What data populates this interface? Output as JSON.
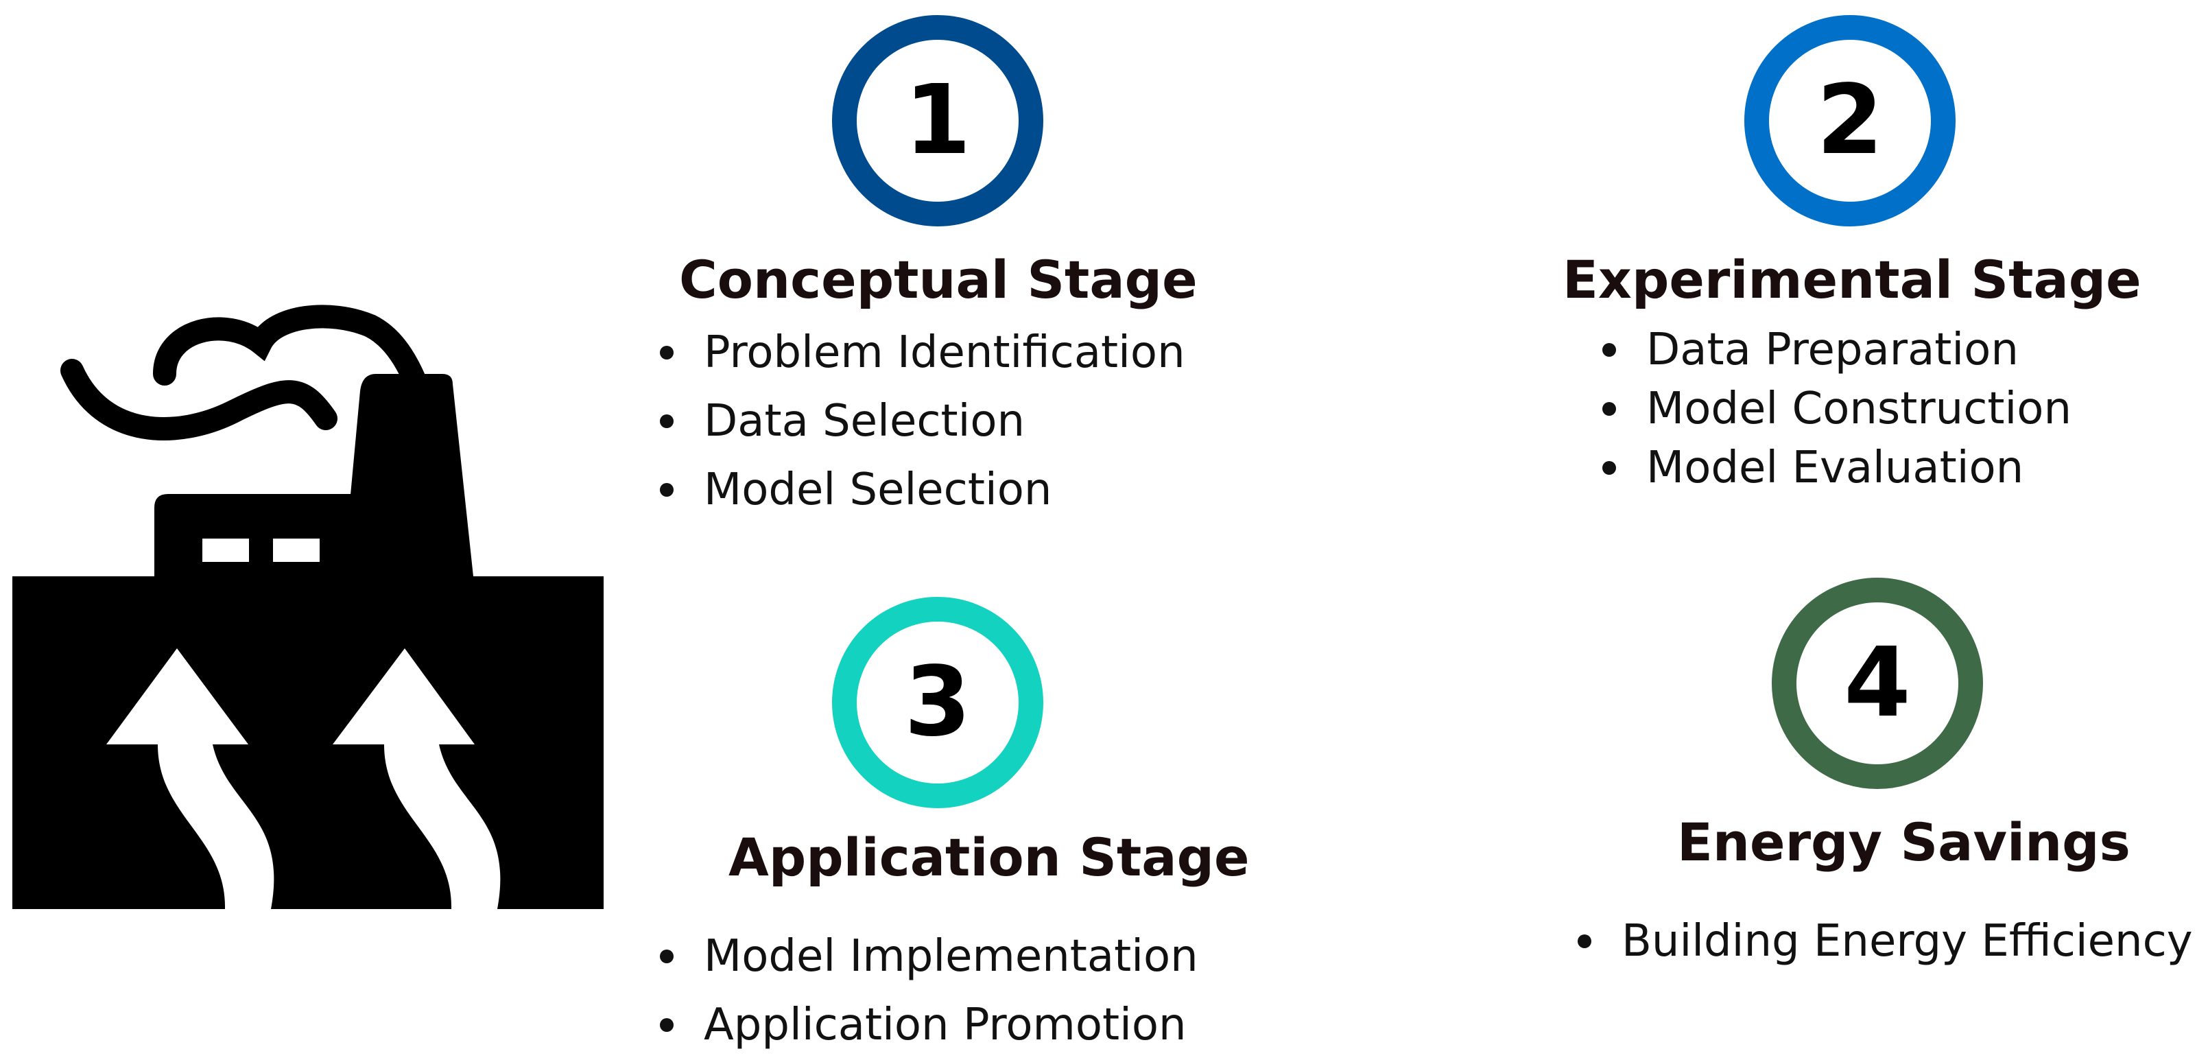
{
  "colors": {
    "stage1": "#004B8D",
    "stage2": "#0070C8",
    "stage3": "#14D2C0",
    "stage4": "#3F6A48",
    "icon": "#000000"
  },
  "icon": "factory-energy-icon",
  "stages": [
    {
      "number": "1",
      "title": "Conceptual Stage",
      "items": [
        "Problem Identification",
        "Data Selection",
        "Model Selection"
      ]
    },
    {
      "number": "2",
      "title": "Experimental Stage",
      "items": [
        "Data Preparation",
        "Model Construction",
        "Model Evaluation"
      ]
    },
    {
      "number": "3",
      "title": "Application Stage",
      "items": [
        "Model Implementation",
        "Application Promotion"
      ]
    },
    {
      "number": "4",
      "title": "Energy Savings",
      "items": [
        "Building Energy Efficiency"
      ]
    }
  ]
}
